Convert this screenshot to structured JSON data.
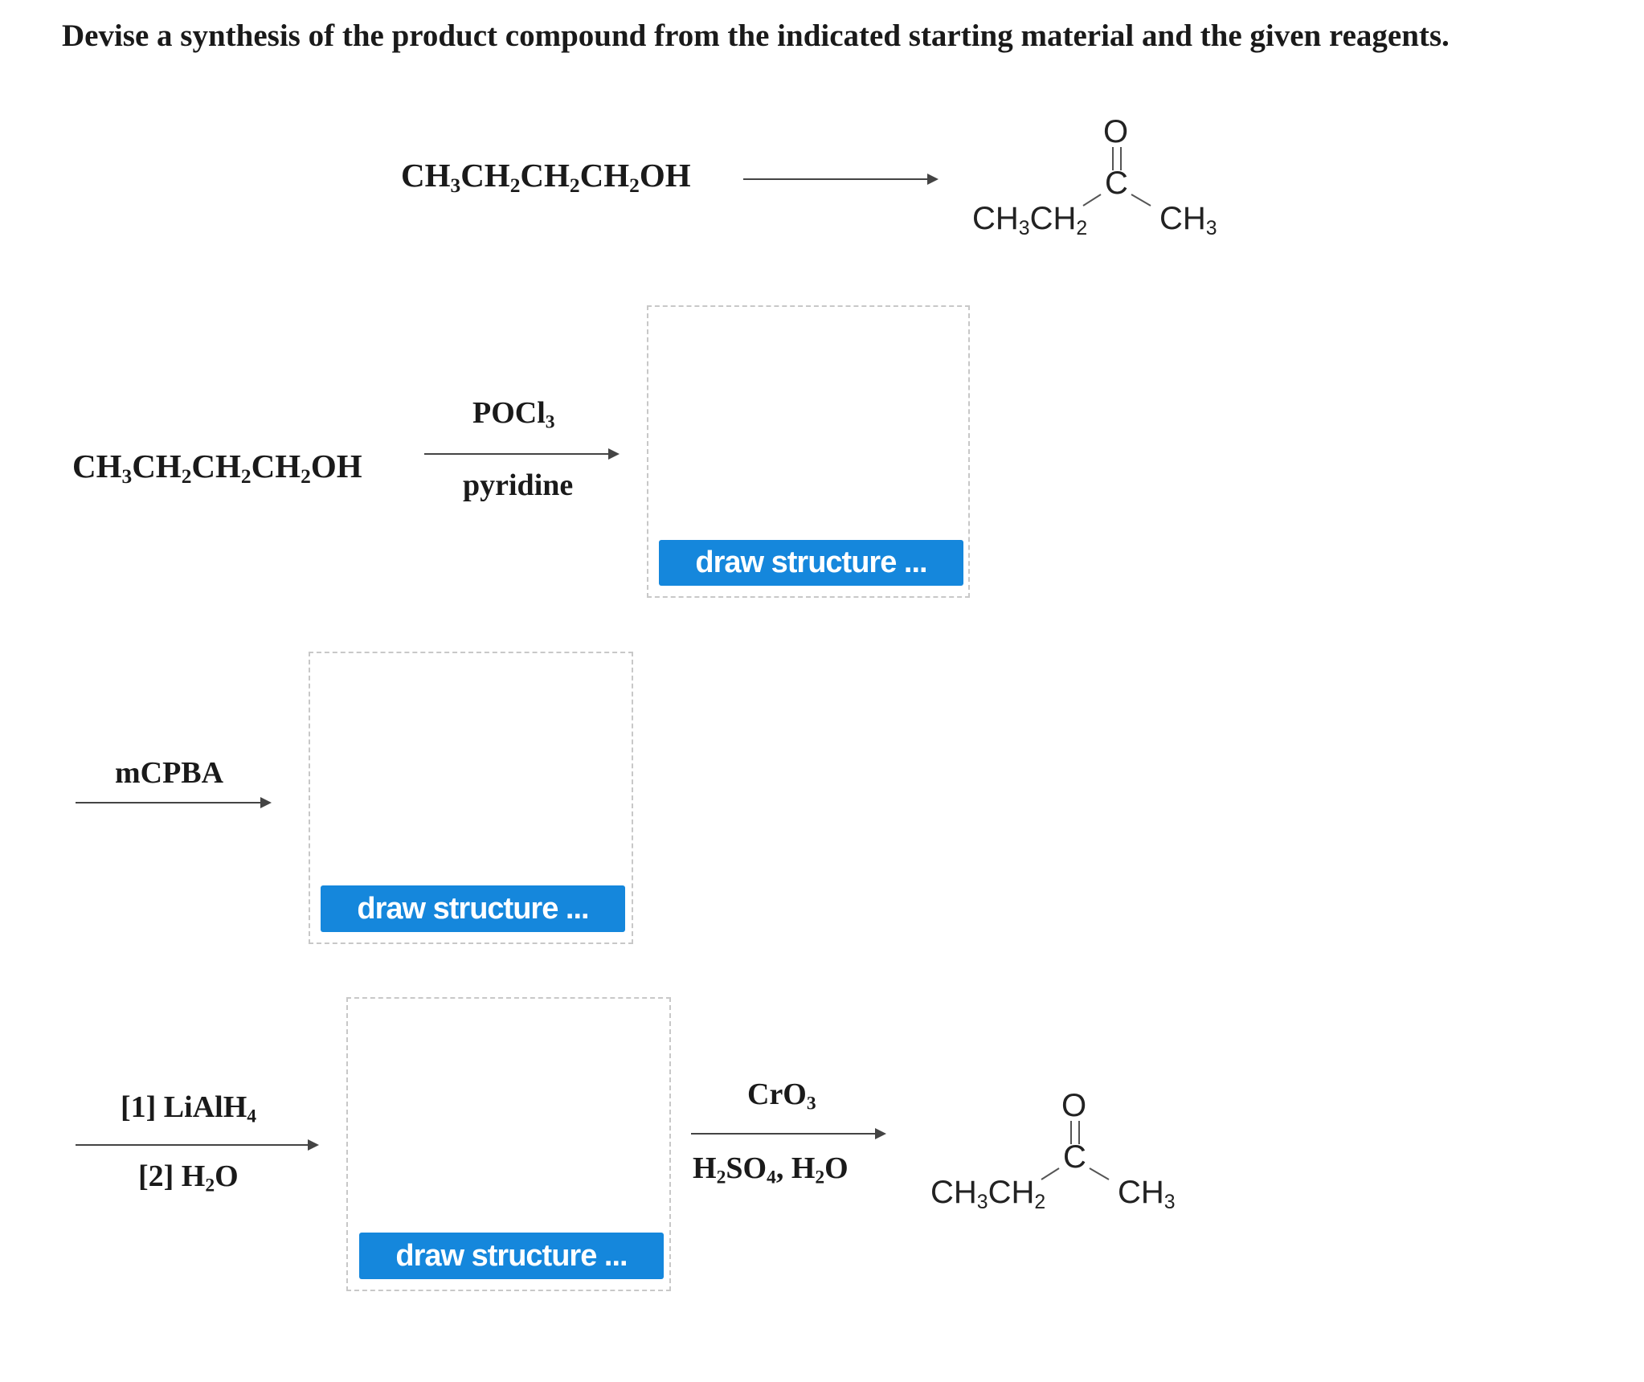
{
  "prompt": "Devise a synthesis of the product compound from the indicated starting material and the given reagents.",
  "overview": {
    "start": {
      "p1": "CH",
      "s1": "3",
      "p2": "CH",
      "s2": "2",
      "p3": "CH",
      "s3": "2",
      "p4": "CH",
      "s4": "2",
      "p5": "OH"
    },
    "product": {
      "o": "O",
      "c": "C",
      "left_main": "CH",
      "left_sub1": "3",
      "left_mid": "CH",
      "left_sub2": "2",
      "right_main": "CH",
      "right_sub": "3"
    }
  },
  "step1": {
    "start": {
      "p1": "CH",
      "s1": "3",
      "p2": "CH",
      "s2": "2",
      "p3": "CH",
      "s3": "2",
      "p4": "CH",
      "s4": "2",
      "p5": "OH"
    },
    "reagent_top": {
      "main": "POCl",
      "sub": "3"
    },
    "reagent_bottom": "pyridine",
    "button": "draw structure ..."
  },
  "step2": {
    "reagent_top": "mCPBA",
    "button": "draw structure ..."
  },
  "step3": {
    "reagent_top": {
      "main": "[1] LiAlH",
      "sub": "4"
    },
    "reagent_bottom": {
      "main": "[2] H",
      "sub": "2",
      "tail": "O"
    },
    "button": "draw structure ..."
  },
  "step4": {
    "reagent_top": {
      "main": "CrO",
      "sub": "3"
    },
    "reagent_bottom": {
      "h": "H",
      "s1": "2",
      "so": "SO",
      "s2": "4",
      "mid": ", H",
      "s3": "2",
      "tail": "O"
    },
    "product": {
      "o": "O",
      "c": "C",
      "left_main": "CH",
      "left_sub1": "3",
      "left_mid": "CH",
      "left_sub2": "2",
      "right_main": "CH",
      "right_sub": "3"
    }
  }
}
